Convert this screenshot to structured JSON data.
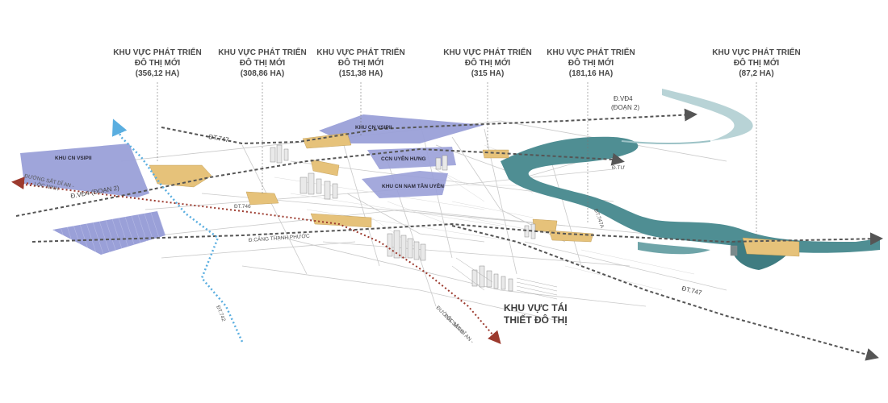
{
  "map": {
    "development_zones": [
      {
        "line1": "KHU VỰC PHÁT TRIỂN",
        "line2": "ĐÔ THỊ MỚI",
        "area": "(356,12 HA)"
      },
      {
        "line1": "KHU VỰC PHÁT TRIỂN",
        "line2": "ĐÔ THỊ MỚI",
        "area": "(308,86 HA)"
      },
      {
        "line1": "KHU VỰC PHÁT TRIỂN",
        "line2": "ĐÔ THỊ MỚI",
        "area": "(151,38 HA)"
      },
      {
        "line1": "KHU VỰC PHÁT TRIỂN",
        "line2": "ĐÔ THỊ MỚI",
        "area": "(315 HA)"
      },
      {
        "line1": "KHU VỰC PHÁT TRIỂN",
        "line2": "ĐÔ THỊ MỚI",
        "area": "(181,16 HA)"
      },
      {
        "line1": "KHU VỰC PHÁT TRIỂN",
        "line2": "ĐÔ THỊ MỚI",
        "area": "(87,2 HA)"
      }
    ],
    "industrial_parks": {
      "vsip_west": "KHU CN VSIPII",
      "vsip_north": "KHU CN VSIPII",
      "uyen_hung": "CCN UYÊN HƯNG",
      "nam_tan_uyen": "KHU CN NAM TÂN UYÊN"
    },
    "roads": {
      "dt747_top": "ĐT.747",
      "dvd4_west": "Đ.VĐ4 (ĐOẠN 2)",
      "dvd4_east_1": "Đ.VĐ4",
      "dvd4_east_2": "(ĐOẠN 2)",
      "railway_west_1": "ĐƯỜNG SẮT DĨ AN -",
      "railway_west_2": "LỘC NINH",
      "railway_south_1": "ĐƯỜNG SẮT DĨ AN -",
      "railway_south_2": "LỘC NINH",
      "dt742": "ĐT.742",
      "cang_thanh_phuoc": "Đ.CẢNG THẠNH PHƯỚC",
      "dt747a": "ĐT.747A",
      "dt747_east": "ĐT.747",
      "dt_small": "ĐT.746",
      "dt_small2": "Đ.TƯ"
    },
    "urban_renewal": {
      "line1": "KHU VỰC TÁI",
      "line2": "THIẾT ĐÔ THỊ"
    },
    "colors": {
      "industrial": "#9aa0d8",
      "development": "#e6c27a",
      "river": "#4f8e93",
      "road_gray": "#555555",
      "railway": "#9c3a2e",
      "dt742": "#5aaee0"
    }
  }
}
